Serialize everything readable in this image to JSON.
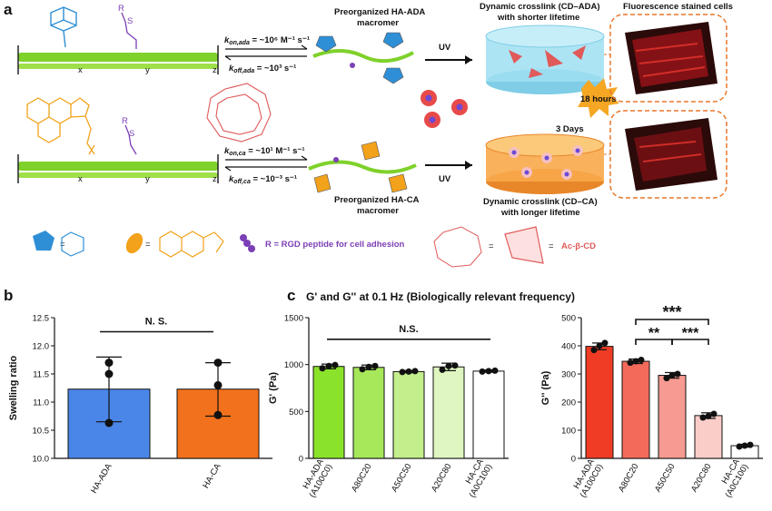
{
  "figure": {
    "panel_a": {
      "label": "a",
      "k_on_ada": "k",
      "k_on_ada_sub": "on,ada",
      "k_on_ada_val": " = ~10⁶ M⁻¹ s⁻¹",
      "k_off_ada": "k",
      "k_off_ada_sub": "off,ada",
      "k_off_ada_val": " = ~10³ s⁻¹",
      "k_on_ca": "k",
      "k_on_ca_sub": "on,ca",
      "k_on_ca_val": " = ~10¹ M⁻¹ s⁻¹",
      "k_off_ca": "k",
      "k_off_ca_sub": "off,ca",
      "k_off_ca_val": " = ~10⁻³ s⁻¹",
      "macromer_ada_line1": "Preorganized HA-ADA",
      "macromer_ada_line2": "macromer",
      "macromer_ca_line1": "Preorganized HA-CA",
      "macromer_ca_line2": "macromer",
      "uv_top": "UV",
      "uv_bottom": "UV",
      "dyn_ada_line1": "Dynamic crosslink (CD–ADA)",
      "dyn_ada_line2": "with shorter lifetime",
      "dyn_ca_line1": "Dynamic crosslink (CD–CA)",
      "dyn_ca_line2": "with longer lifetime",
      "fluor_title": "Fluorescence stained cells",
      "badge_18h": "18 hours",
      "label_3days": "3 Days",
      "legend_rgd": "R = RGD peptide  for cell adhesion",
      "legend_acbcd": "Ac-β-CD",
      "eq1": "=",
      "eq2": "=",
      "eq3": "=",
      "eq4": "=",
      "r_label_top": "R",
      "r_label_bottom": "R",
      "s_top": "S",
      "s_bottom": "S",
      "x_top": "x",
      "y_top": "y",
      "z_top": "z",
      "x_bot": "x",
      "y_bot": "y",
      "z_bot": "z"
    },
    "colors": {
      "ha_backbone": "#7fd12b",
      "ada": "#2f8fd6",
      "ca": "#f2a21b",
      "rgd": "#7b3fb6",
      "cd": "#e05a5a",
      "dyn_ada_gel": "#9fdff2",
      "dyn_ca_gel": "#f8a94a",
      "ha_ada_bar": "#4a86e8",
      "ha_ca_bar": "#f2711c"
    }
  },
  "chart_data": [
    {
      "panel": "b",
      "type": "bar",
      "title": "",
      "xlabel": "",
      "ylabel": "Swelling ratio",
      "categories": [
        "HA-ADA",
        "HA-CA"
      ],
      "values": [
        11.23,
        11.23
      ],
      "error_low": [
        10.65,
        10.75
      ],
      "error_high": [
        11.8,
        11.7
      ],
      "points": [
        [
          11.7,
          11.5,
          10.63
        ],
        [
          11.7,
          11.3,
          10.77
        ]
      ],
      "colors": [
        "#4a86e8",
        "#f2711c"
      ],
      "ylim": [
        10.0,
        12.5
      ],
      "yticks": [
        "10.0",
        "10.5",
        "11.0",
        "11.5",
        "12.0",
        "12.5"
      ],
      "annotation": "N. S.",
      "grid": false
    },
    {
      "panel": "c",
      "type": "bar",
      "title": "G' and G'' at 0.1 Hz (Biologically relevant frequency)",
      "xlabel": "",
      "ylabel": "G' (Pa)",
      "categories": [
        [
          "HA-ADA",
          "(A100C0)"
        ],
        [
          "A80C20"
        ],
        [
          "A50C50"
        ],
        [
          "A20C80"
        ],
        [
          "HA-CA",
          "(A0C100)"
        ]
      ],
      "values": [
        980,
        970,
        925,
        975,
        930
      ],
      "errors": [
        25,
        25,
        12,
        40,
        12
      ],
      "points": [
        [
          960,
          985,
          995
        ],
        [
          950,
          975,
          985
        ],
        [
          920,
          925,
          930
        ],
        [
          945,
          985,
          990
        ],
        [
          925,
          930,
          935
        ]
      ],
      "colors": [
        "#8be22b",
        "#a6e85a",
        "#c3ee8c",
        "#dff6c0",
        "#ffffff"
      ],
      "ylim": [
        0,
        1500
      ],
      "yticks": [
        "0",
        "500",
        "1000",
        "1500"
      ],
      "annotation": "N.S.",
      "grid": false
    },
    {
      "panel": "c",
      "type": "bar",
      "title": "",
      "xlabel": "",
      "ylabel": "G'' (Pa)",
      "categories": [
        [
          "HA-ADA",
          "(A100C0)"
        ],
        [
          "A80C20"
        ],
        [
          "A50C50"
        ],
        [
          "A20C80"
        ],
        [
          "HA-CA",
          "(A0C100)"
        ]
      ],
      "values": [
        398,
        345,
        295,
        152,
        45
      ],
      "errors": [
        12,
        8,
        10,
        10,
        5
      ],
      "points": [
        [
          385,
          400,
          410
        ],
        [
          340,
          345,
          350
        ],
        [
          285,
          295,
          300
        ],
        [
          145,
          150,
          158
        ],
        [
          42,
          45,
          48
        ]
      ],
      "colors": [
        "#f03c24",
        "#f46a5a",
        "#f79a91",
        "#fbcdc8",
        "#ffffff"
      ],
      "ylim": [
        0,
        500
      ],
      "yticks": [
        "0",
        "100",
        "200",
        "300",
        "400",
        "500"
      ],
      "significance": [
        {
          "from": 1,
          "to": 3,
          "label": "***"
        },
        {
          "from": 1,
          "to": 2,
          "label": "**"
        },
        {
          "from": 2,
          "to": 3,
          "label": "***"
        }
      ],
      "grid": false
    }
  ]
}
